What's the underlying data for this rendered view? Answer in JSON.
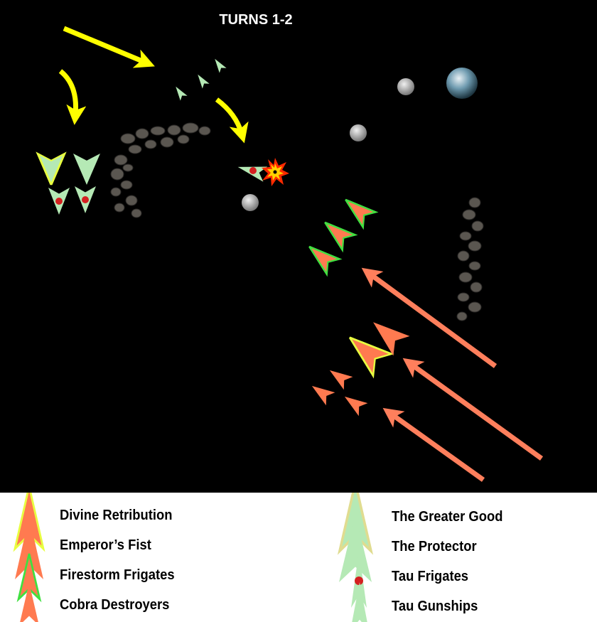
{
  "title": "TURNS 1-2",
  "colors": {
    "imperial": "#ff7a50",
    "tau": "#b5e9b5",
    "move_arrow_tau": "#ffff00",
    "move_arrow_imperial": "#ff7f5c",
    "flagship_outline": "#e8ff40",
    "frigate_outline": "#40e040",
    "tau_frigate_dot": "#d42020"
  },
  "legend": {
    "imperial": [
      {
        "icon": "divine-retribution-icon",
        "label": "Divine Retribution"
      },
      {
        "icon": "emperors-fist-icon",
        "label": "Emperor’s Fist"
      },
      {
        "icon": "firestorm-frigates-icon",
        "label": "Firestorm Frigates"
      },
      {
        "icon": "cobra-destroyers-icon",
        "label": "Cobra Destroyers"
      }
    ],
    "tau": [
      {
        "icon": "greater-good-icon",
        "label": "The Greater Good"
      },
      {
        "icon": "protector-icon",
        "label": "The Protector"
      },
      {
        "icon": "tau-frigate-icon",
        "label": "Tau Frigates"
      },
      {
        "icon": "tau-gunship-icon",
        "label": "Tau Gunships"
      }
    ]
  }
}
